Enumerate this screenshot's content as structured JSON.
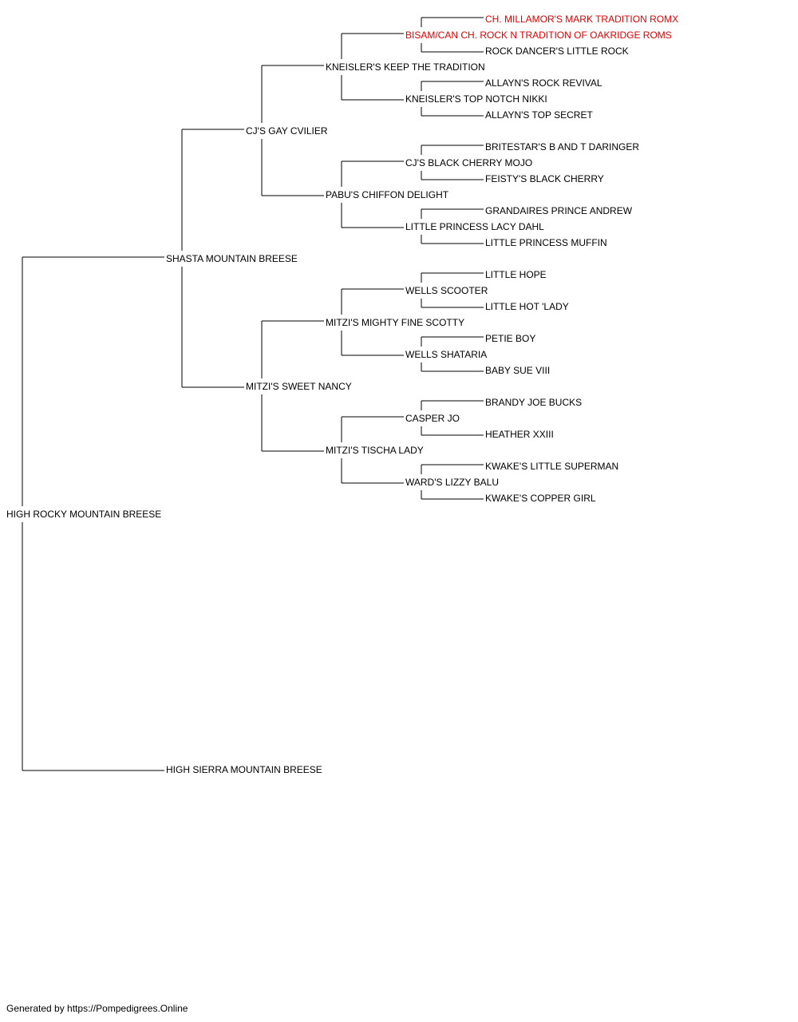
{
  "colors": {
    "normal": "#000000",
    "highlight": "#e00000",
    "line": "#000000"
  },
  "pedigree": {
    "subject": {
      "name": "HIGH ROCKY MOUNTAIN BREESE"
    },
    "sire": {
      "name": "SHASTA MOUNTAIN BREESE"
    },
    "dam": {
      "name": "HIGH SIERRA MOUNTAIN BREESE"
    },
    "s": {
      "name": "CJ'S GAY CVILIER"
    },
    "d": {
      "name": "MITZI'S SWEET NANCY"
    },
    "ss": {
      "name": "KNEISLER'S KEEP THE TRADITION"
    },
    "sd": {
      "name": "PABU'S CHIFFON DELIGHT"
    },
    "ds": {
      "name": "MITZI'S MIGHTY FINE SCOTTY"
    },
    "dd": {
      "name": "MITZI'S TISCHA LADY"
    },
    "sss": {
      "name": "BISAM/CAN CH. ROCK N TRADITION OF OAKRIDGE ROMS",
      "highlight": true
    },
    "ssd": {
      "name": "KNEISLER'S TOP NOTCH NIKKI"
    },
    "sds": {
      "name": "CJ'S BLACK CHERRY MOJO"
    },
    "sdd": {
      "name": "LITTLE PRINCESS LACY DAHL"
    },
    "dss": {
      "name": "WELLS SCOOTER"
    },
    "dsd": {
      "name": "WELLS SHATARIA"
    },
    "dds": {
      "name": "CASPER JO"
    },
    "ddd": {
      "name": "WARD'S LIZZY BALU"
    },
    "ssss": {
      "name": "CH. MILLAMOR'S MARK TRADITION ROMX",
      "highlight": true
    },
    "sssd": {
      "name": "ROCK DANCER'S LITTLE ROCK"
    },
    "ssds": {
      "name": "ALLAYN'S ROCK REVIVAL"
    },
    "ssdd": {
      "name": "ALLAYN'S TOP SECRET"
    },
    "sdss": {
      "name": "BRITESTAR'S B AND T DARINGER"
    },
    "sdsd": {
      "name": "FEISTY'S BLACK CHERRY"
    },
    "sdds": {
      "name": "GRANDAIRES PRINCE ANDREW"
    },
    "sddd": {
      "name": "LITTLE PRINCESS MUFFIN"
    },
    "dsss": {
      "name": "LITTLE HOPE"
    },
    "dssd": {
      "name": "LITTLE HOT 'LADY"
    },
    "dsds": {
      "name": "PETIE BOY"
    },
    "dsdd": {
      "name": "BABY SUE VIII"
    },
    "ddss": {
      "name": "BRANDY JOE BUCKS"
    },
    "ddsd": {
      "name": "HEATHER XXIII"
    },
    "ddds": {
      "name": "KWAKE'S LITTLE SUPERMAN"
    },
    "dddd": {
      "name": "KWAKE'S COPPER GIRL"
    }
  },
  "footer": {
    "text": "Generated by https://Pompedigrees.Online"
  }
}
